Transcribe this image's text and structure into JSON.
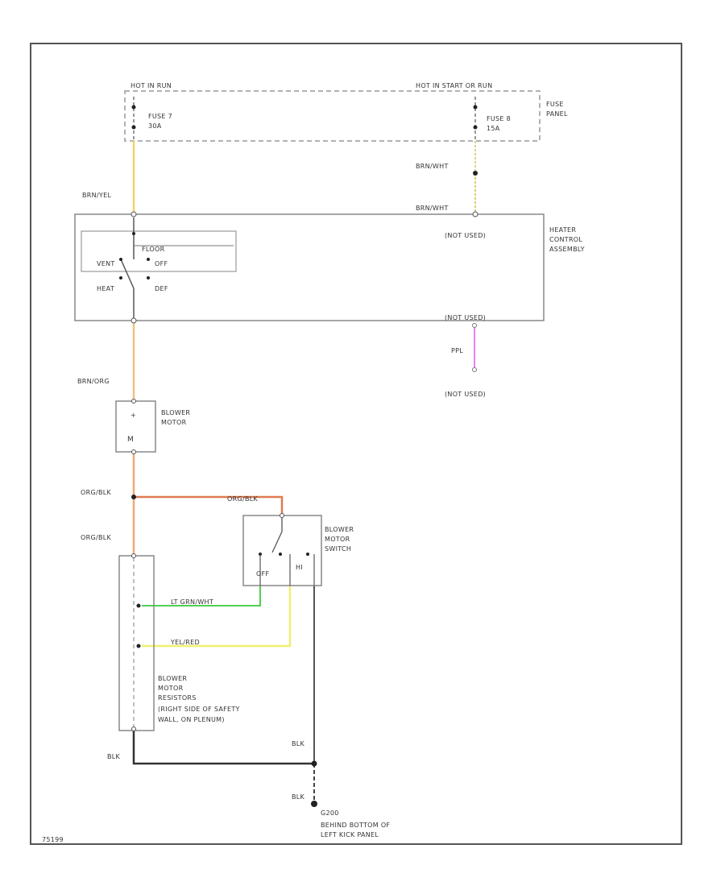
{
  "fuse_panel": {
    "hot_in_run": "HOT IN RUN",
    "hot_start_or_run": "HOT IN START OR RUN",
    "fuse_left": "FUSE 7",
    "fuse_left_rating": "30A",
    "fuse_right": "FUSE 8",
    "fuse_right_rating": "15A",
    "label": [
      "FUSE",
      "PANEL"
    ]
  },
  "wires": {
    "brn_yel": "BRN/YEL",
    "brn_wht_1": "BRN/WHT",
    "brn_wht_2": "BRN/WHT",
    "brn_org": "BRN/ORG",
    "org_blk_1": "ORG/BLK",
    "org_blk_2": "ORG/BLK",
    "org_blk_3": "ORG/BLK",
    "lt_grn_wht": "LT GRN/WHT",
    "yel_red": "YEL/RED",
    "ppl": "PPL",
    "blk_1": "BLK",
    "blk_2": "BLK",
    "blk_3": "BLK"
  },
  "heater_control": {
    "label": [
      "HEATER",
      "CONTROL",
      "ASSEMBLY"
    ],
    "floor": "FLOOR",
    "off": "OFF",
    "vent": "VENT",
    "heat": "HEAT",
    "def": "DEF",
    "not_used_1": "(NOT USED)",
    "not_used_2": "(NOT USED)",
    "not_used_3": "(NOT USED)"
  },
  "blower_motor": {
    "label": [
      "BLOWER",
      "MOTOR"
    ]
  },
  "blower_switch": {
    "label": [
      "BLOWER",
      "MOTOR",
      "SWITCH"
    ],
    "hi": "HI",
    "off": "OFF"
  },
  "resistors": {
    "label": [
      "BLOWER",
      "MOTOR",
      "RESISTORS",
      "(RIGHT SIDE OF SAFETY",
      "WALL, ON PLENUM)"
    ]
  },
  "ground": {
    "id": "G200",
    "location": [
      "BEHIND BOTTOM OF",
      "LEFT KICK PANEL"
    ]
  },
  "footer_code": "75199"
}
